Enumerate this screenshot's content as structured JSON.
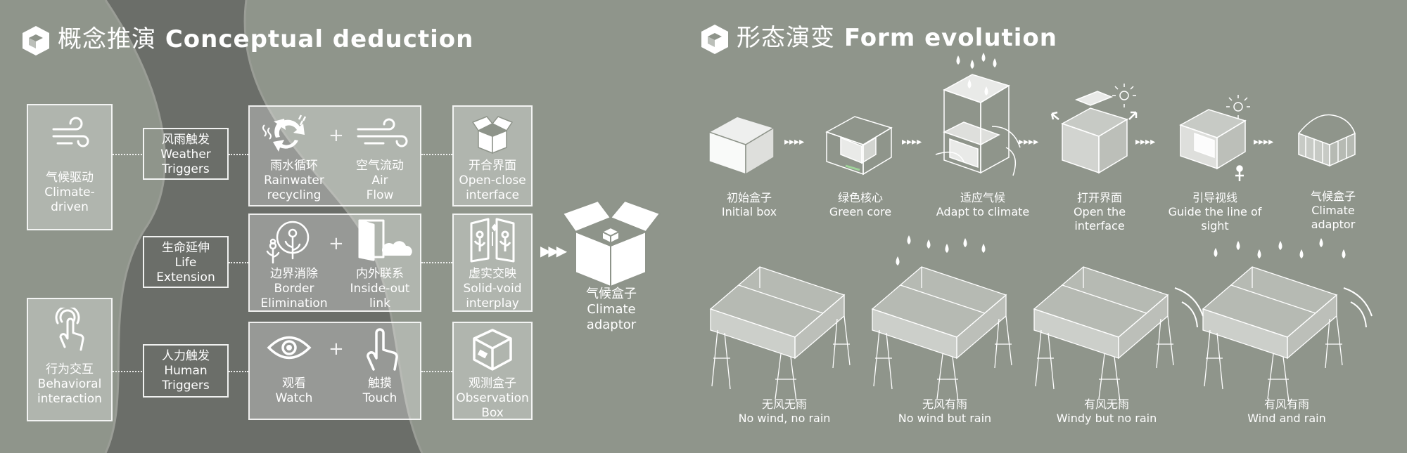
{
  "section1": {
    "title_zh": "概念推演",
    "title_en": "Conceptual deduction"
  },
  "section2": {
    "title_zh": "形态演变",
    "title_en": "Form evolution"
  },
  "drivers": [
    {
      "zh": "气候驱动",
      "en1": "Climate-",
      "en2": "driven",
      "icon": "wind-cloud-icon"
    },
    {
      "zh": "行为交互",
      "en1": "Behavioral",
      "en2": "interaction",
      "icon": "hand-tap-icon"
    }
  ],
  "triggers": [
    {
      "zh": "风雨触发",
      "en1": "Weather",
      "en2": "Triggers"
    },
    {
      "zh": "生命延伸",
      "en1": "Life",
      "en2": "Extension"
    },
    {
      "zh": "人力触发",
      "en1": "Human",
      "en2": "Triggers"
    }
  ],
  "rows": [
    {
      "a": {
        "zh": "雨水循环",
        "en1": "Rainwater",
        "en2": "recycling",
        "icon": "recycle-icon"
      },
      "b": {
        "zh": "空气流动",
        "en1": "Air",
        "en2": "Flow",
        "icon": "air-flow-icon"
      },
      "r": {
        "zh": "开合界面",
        "en1": "Open-close",
        "en2": "interface",
        "icon": "open-box-icon"
      }
    },
    {
      "a": {
        "zh": "边界消除",
        "en1": "Border",
        "en2": "Elimination",
        "icon": "flowers-icon"
      },
      "b": {
        "zh": "内外联系",
        "en1": "Inside-out",
        "en2": "link",
        "icon": "door-cloud-icon"
      },
      "r": {
        "zh": "虚实交映",
        "en1": "Solid-void",
        "en2": "interplay",
        "icon": "window-flowers-icon"
      }
    },
    {
      "a": {
        "zh": "观看",
        "en1": "Watch",
        "en2": "",
        "icon": "eye-icon"
      },
      "b": {
        "zh": "触摸",
        "en1": "Touch",
        "en2": "",
        "icon": "finger-touch-icon"
      },
      "r": {
        "zh": "观测盒子",
        "en1": "Observation",
        "en2": "Box",
        "icon": "observation-box-icon"
      }
    }
  ],
  "plus_sign": "+",
  "result": {
    "zh": "气候盒子",
    "en1": "Climate",
    "en2": "adaptor",
    "icon": "big-open-box-icon"
  },
  "evolution_steps": [
    {
      "zh": "初始盒子",
      "en1": "Initial box",
      "en2": ""
    },
    {
      "zh": "绿色核心",
      "en1": "Green core",
      "en2": ""
    },
    {
      "zh": "适应气候",
      "en1": "Adapt to climate",
      "en2": ""
    },
    {
      "zh": "打开界面",
      "en1": "Open the",
      "en2": "interface"
    },
    {
      "zh": "引导视线",
      "en1": "Guide the line of",
      "en2": "sight"
    },
    {
      "zh": "气候盒子",
      "en1": "Climate",
      "en2": "adaptor"
    }
  ],
  "weather_states": [
    {
      "zh": "无风无雨",
      "en": "No wind, no rain"
    },
    {
      "zh": "无风有雨",
      "en": "No wind but rain"
    },
    {
      "zh": "有风无雨",
      "en": "Windy but no rain"
    },
    {
      "zh": "有风有雨",
      "en": "Wind and rain"
    }
  ],
  "colors": {
    "background": "#8e948a",
    "road": "#6c6f6a",
    "panel": "#ffffff"
  }
}
